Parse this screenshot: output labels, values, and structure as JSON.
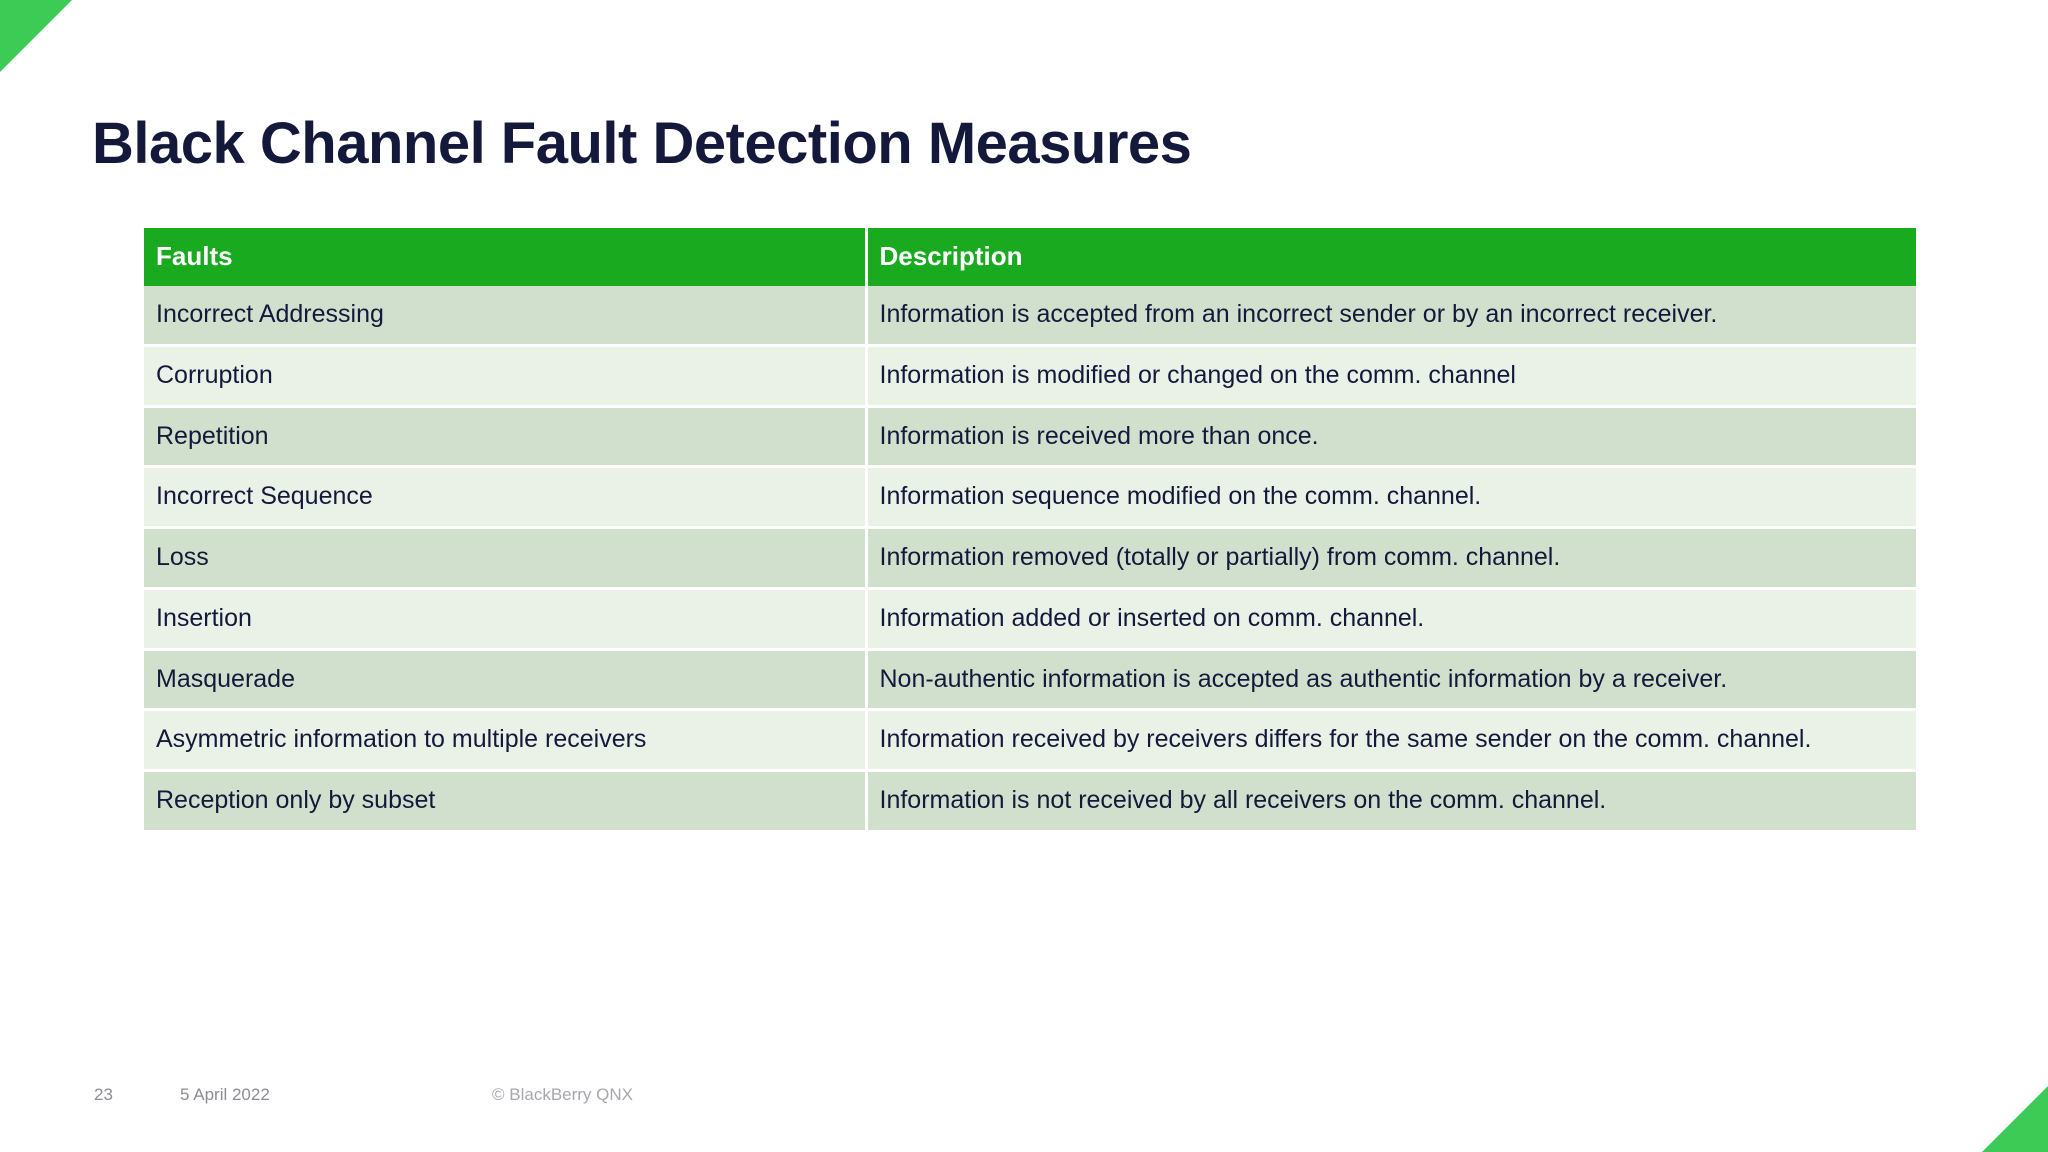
{
  "slide": {
    "title": "Black Channel Fault Detection Measures",
    "accent_green": "#1AAA1F",
    "corner_green": "#3ECB55",
    "title_color": "#14193C",
    "row_band_dark": "#D1E0CD",
    "row_band_light": "#EAF2E7"
  },
  "table": {
    "headers": {
      "faults": "Faults",
      "description": "Description"
    },
    "rows": [
      {
        "fault": "Incorrect Addressing",
        "description": "Information is accepted from an incorrect sender or by an incorrect receiver."
      },
      {
        "fault": "Corruption",
        "description": "Information is modified or changed on the comm. channel"
      },
      {
        "fault": "Repetition",
        "description": "Information is received more than once."
      },
      {
        "fault": "Incorrect Sequence",
        "description": "Information sequence modified on the comm. channel."
      },
      {
        "fault": "Loss",
        "description": "Information removed (totally or partially) from comm. channel."
      },
      {
        "fault": "Insertion",
        "description": "Information added or inserted on comm. channel."
      },
      {
        "fault": "Masquerade",
        "description": "Non-authentic information is accepted as authentic information by a receiver."
      },
      {
        "fault": "Asymmetric information to multiple receivers",
        "description": "Information received by receivers differs for the same sender on the comm. channel."
      },
      {
        "fault": "Reception only by subset",
        "description": "Information is not received by all receivers on the comm. channel."
      }
    ]
  },
  "footer": {
    "page_number": "23",
    "date": "5 April 2022",
    "copyright": "© BlackBerry QNX"
  }
}
